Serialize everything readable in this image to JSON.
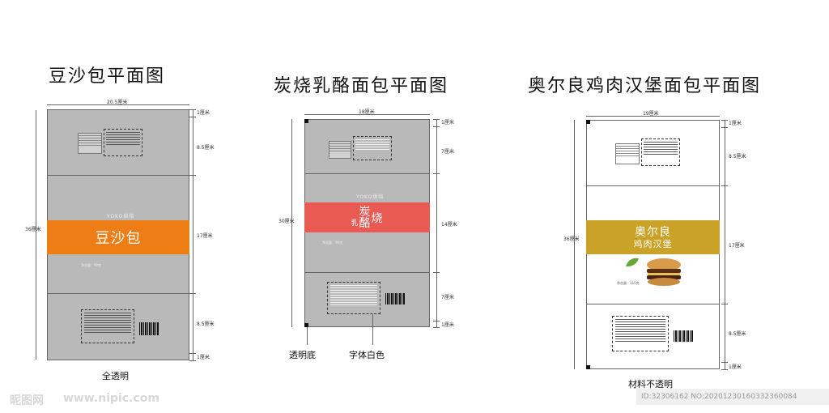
{
  "titles": {
    "left": "豆沙包平面图",
    "middle": "炭烧乳酪面包平面图",
    "right": "奥尔良鸡肉汉堡面包平面图"
  },
  "left": {
    "width_label": "20.5厘米",
    "height_label": "36厘米",
    "seg_labels": [
      "1厘米",
      "8.5厘米",
      "17厘米",
      "8.5厘米",
      "1厘米"
    ],
    "brand": "YOKO烘焙",
    "product": "豆沙包",
    "net": "净含量：90克",
    "caption": "全透明",
    "band_color": "#ef7d16"
  },
  "middle": {
    "width_label": "18厘米",
    "height_label": "30厘米",
    "seg_labels": [
      "1厘米",
      "7厘米",
      "14厘米",
      "7厘米",
      "1厘米"
    ],
    "brand": "YOKO烘焙",
    "product_a": "乳",
    "product_b": "炭",
    "product_c": "酪",
    "product_d": "烧",
    "net": "净含量：90克",
    "caption_left": "透明底",
    "caption_right": "字体白色",
    "band_color": "#e85a52"
  },
  "right": {
    "width_label": "19厘米",
    "height_label": "36厘米",
    "seg_labels": [
      "1厘米",
      "8.5厘米",
      "17厘米",
      "8.5厘米",
      "1厘米"
    ],
    "product_a": "奥尔良",
    "product_b": "鸡肉汉堡",
    "net": "净含量：115克",
    "caption": "材料不透明",
    "band_color": "#c9a227"
  },
  "watermark": {
    "logo": "昵图网",
    "site": "www.nipic.com",
    "ref": "ID:32306162 NO:20201230160332360084"
  }
}
